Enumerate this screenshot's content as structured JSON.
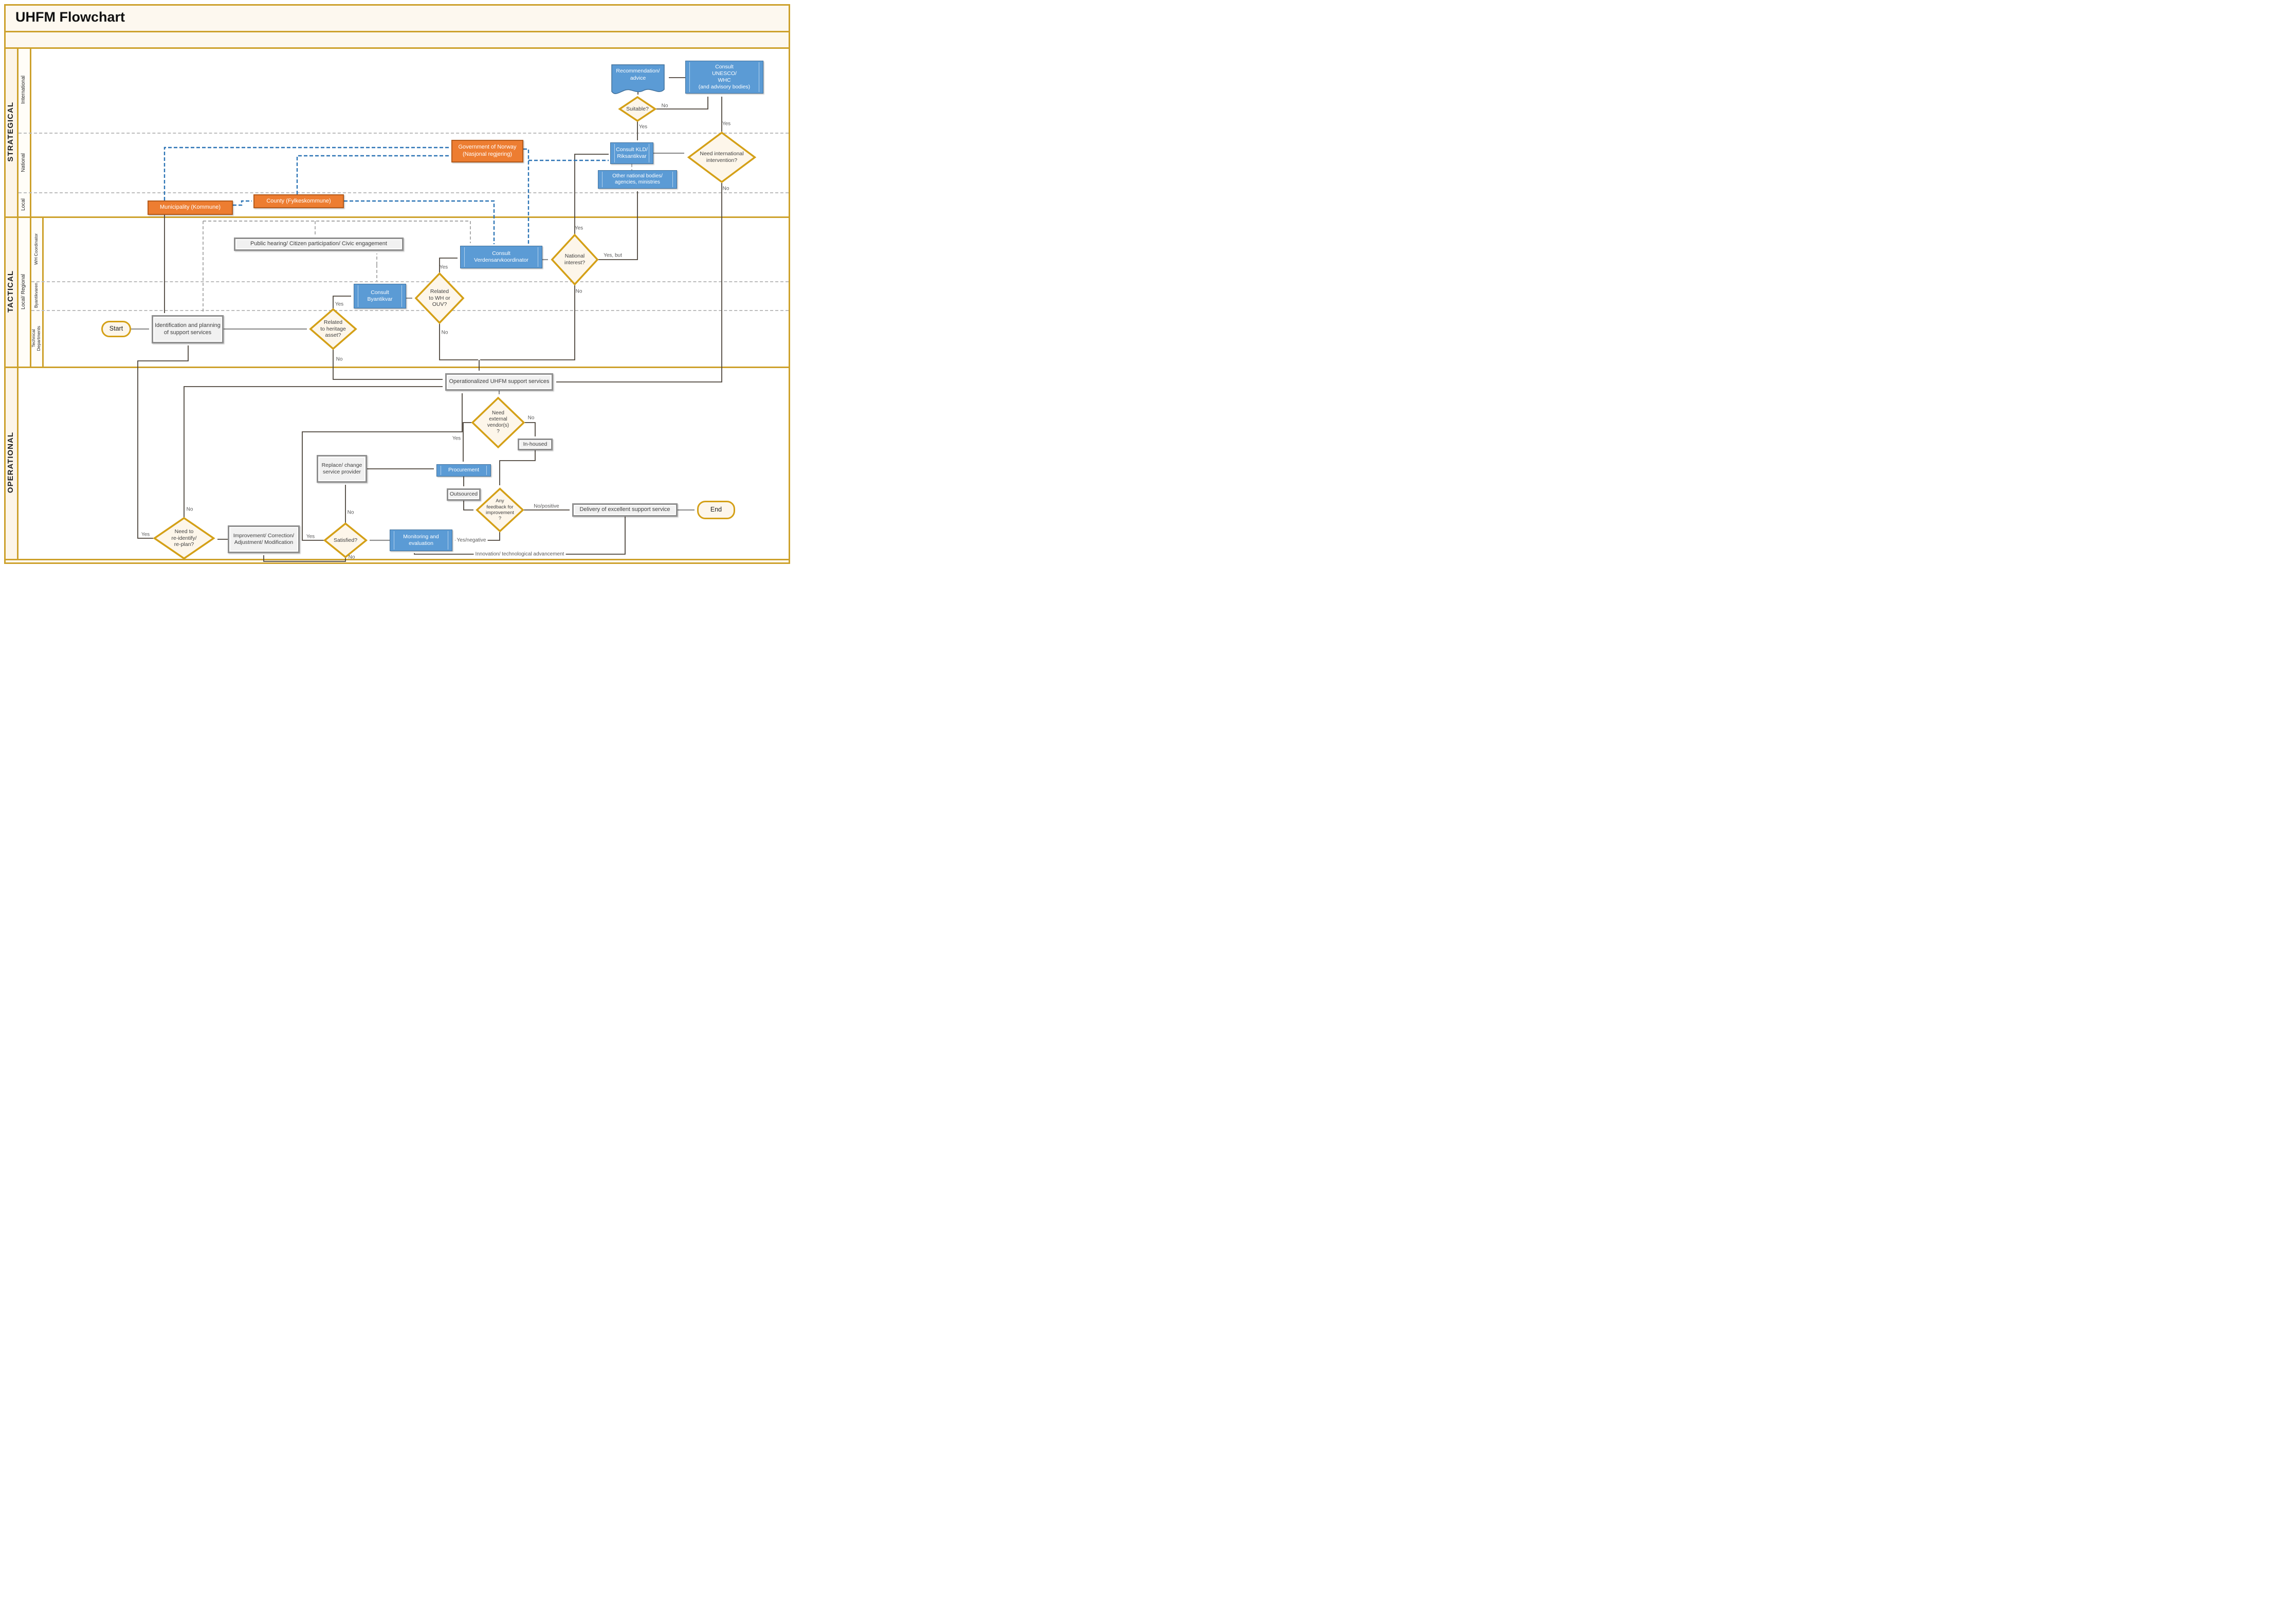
{
  "title": "UHFM Flowchart",
  "lanes": {
    "strategical": {
      "label": "STRATEGICAL",
      "sublanes": [
        "International",
        "National",
        "Local"
      ]
    },
    "tactical": {
      "label": "TACTICAL",
      "region": "Local/ Regional",
      "sublanes": [
        "WH Coordinator",
        "Byantikvaren",
        "Technical\nDepartments"
      ]
    },
    "operational": {
      "label": "OPERATIONAL"
    }
  },
  "nodes": {
    "recommendation": "Recommendation/\nadvice",
    "consult_unesco": "Consult\nUNESCO/\nWHC\n(and advisory bodies)",
    "suitable": "Suitable?",
    "government_norway": "Government of Norway\n(Nasjonal regjering)",
    "consult_kld": "Consult KLD/\nRiksantikvar",
    "other_national": "Other national bodies/\nagencies, ministries",
    "need_international": "Need international\nintervention?",
    "municipality": "Municipality (Kommune)",
    "county": "County (Fylkeskommune)",
    "public_hearing": "Public hearing/ Citizen participation/ Civic engagement",
    "consult_verdensarv": "Consult\nVerdensarvkoordinator",
    "national_interest": "National\ninterest?",
    "consult_byantikvar": "Consult\nByantikvar",
    "related_wh_ouv": "Related\nto WH or\nOUV?",
    "start": "Start",
    "identification": "Identification and planning\nof support services",
    "related_heritage": "Related\nto heritage\nasset?",
    "operationalized": "Operationalized UHFM support services",
    "need_vendor": "Need\nexternal\nvendor(s)\n?",
    "in_housed": "In-housed",
    "procurement": "Procurement",
    "outsourced": "Outsourced",
    "any_feedback": "Any\nfeedback for\nimprovement\n?",
    "delivery": "Delivery of excellent support service",
    "end": "End",
    "monitoring": "Monitoring and\nevaluation",
    "satisfied": "Satisfied?",
    "improvement": "Improvement/ Correction/\nAdjustment/ Modification",
    "need_reidentify": "Need to\nre-identify/\nre-plan?",
    "replace_provider": "Replace/ change\nservice provider"
  },
  "edge_labels": {
    "suitable_no": "No",
    "suitable_yes": "Yes",
    "needintl_yes": "Yes",
    "needintl_no": "No",
    "natint_yes": "Yes",
    "natint_yesbut": "Yes, but",
    "natint_no": "No",
    "whouv_yes": "Yes",
    "whouv_no": "No",
    "heritage_yes": "Yes",
    "heritage_no": "No",
    "vendor_no": "No",
    "vendor_yes": "Yes",
    "feedback_nopositive": "No/positive",
    "feedback_yesnegative": "Yes/negative",
    "satisfied_yes": "Yes",
    "satisfied_no_top": "No",
    "satisfied_no_bottom": "No",
    "reidentify_yes": "Yes",
    "reidentify_no": "No",
    "innovation": "Innovation/ technological advancement"
  },
  "colors": {
    "lane_gold": "#CDA12C",
    "shape_gold": "#D4A017",
    "blue": "#5B9BD5",
    "orange": "#ED7D31",
    "line_dark": "#4D453C",
    "line_blue": "#2E75B6",
    "cream": "#FDF6EA"
  }
}
